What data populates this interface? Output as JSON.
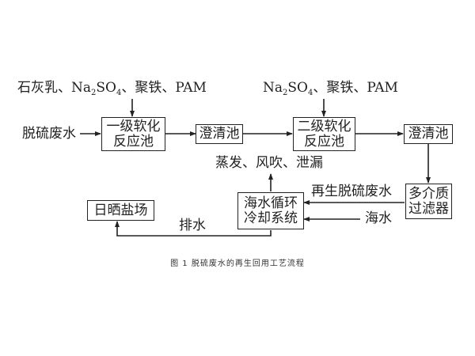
{
  "diagram": {
    "inputs": {
      "stage1_reagents_prefix": "石灰乳、Na",
      "stage1_reagents_sub1": "2",
      "stage1_reagents_mid": "SO",
      "stage1_reagents_sub2": "4",
      "stage1_reagents_suffix": "、聚铁、PAM",
      "stage2_reagents_prefix": "Na",
      "stage2_reagents_sub1": "2",
      "stage2_reagents_mid": "SO",
      "stage2_reagents_sub2": "4",
      "stage2_reagents_suffix": "、聚铁、PAM",
      "feed": "脱硫废水",
      "seawater": "海水"
    },
    "nodes": {
      "softening1": {
        "line1": "一级软化",
        "line2": "反应池"
      },
      "clarifier1": {
        "line1": "澄清池"
      },
      "softening2": {
        "line1": "二级软化",
        "line2": "反应池"
      },
      "clarifier2": {
        "line1": "澄清池"
      },
      "filter": {
        "line1": "多介质",
        "line2": "过滤器"
      },
      "cooling": {
        "line1": "海水循环",
        "line2": "冷却系统"
      },
      "saltfield": {
        "line1": "日晒盐场"
      }
    },
    "edge_labels": {
      "losses": "蒸发、风吹、泄漏",
      "regenerated": "再生脱硫废水",
      "discharge": "排水"
    },
    "caption": "图 1 脱硫废水的再生回用工艺流程"
  }
}
